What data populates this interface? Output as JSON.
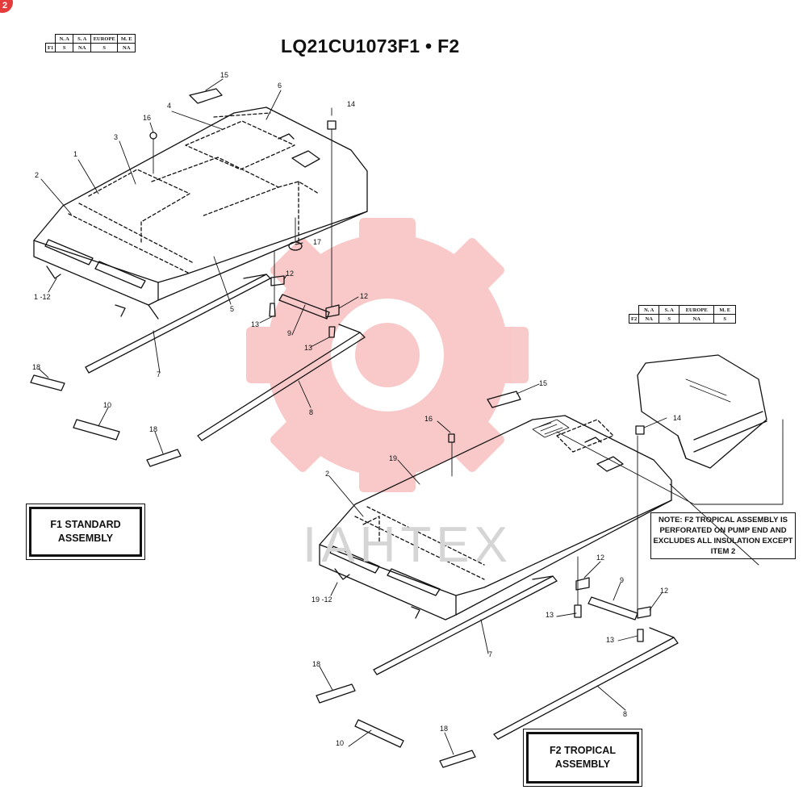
{
  "page_badge": "2",
  "title": "LQ21CU1073F1 • F2",
  "watermark_text": "IAHTEX",
  "market_headers": [
    "N. A",
    "S. A",
    "EUROPE",
    "M. E"
  ],
  "f1_table": {
    "row_label": "F1",
    "values": [
      "S",
      "NA",
      "S",
      "NA"
    ]
  },
  "f2_table": {
    "row_label": "F2",
    "values": [
      "NA",
      "S",
      "NA",
      "S"
    ]
  },
  "f1_box": {
    "line1": "F1 STANDARD",
    "line2": "ASSEMBLY"
  },
  "f2_box": {
    "line1": "F2 TROPICAL",
    "line2": "ASSEMBLY"
  },
  "note": "NOTE: F2 TROPICAL ASSEMBLY IS PERFORATED ON PUMP END AND EXCLUDES ALL INSULATION EXCEPT ITEM 2",
  "callouts_f1": {
    "c15": "15",
    "c6": "6",
    "c4": "4",
    "c14": "14",
    "c16": "16",
    "c3": "3",
    "c1": "1",
    "c2": "2",
    "c17": "17",
    "c12a": "12",
    "c1_12": "1 -12",
    "c5": "5",
    "c12b": "12",
    "c13a": "13",
    "c9": "9",
    "c13b": "13",
    "c7": "7",
    "c18a": "18",
    "c10": "10",
    "c18b": "18",
    "c8": "8"
  },
  "callouts_f2": {
    "c15": "15",
    "c16": "16",
    "c14": "14",
    "c19": "19",
    "c2": "2",
    "c19_12": "19 -12",
    "c12a": "12",
    "c9": "9",
    "c12b": "12",
    "c13a": "13",
    "c13b": "13",
    "c7": "7",
    "c18a": "18",
    "c10": "10",
    "c18b": "18",
    "c8": "8"
  },
  "colors": {
    "ink": "#111111",
    "watermark": "#f3a3a3",
    "badge": "#e43b3b"
  }
}
